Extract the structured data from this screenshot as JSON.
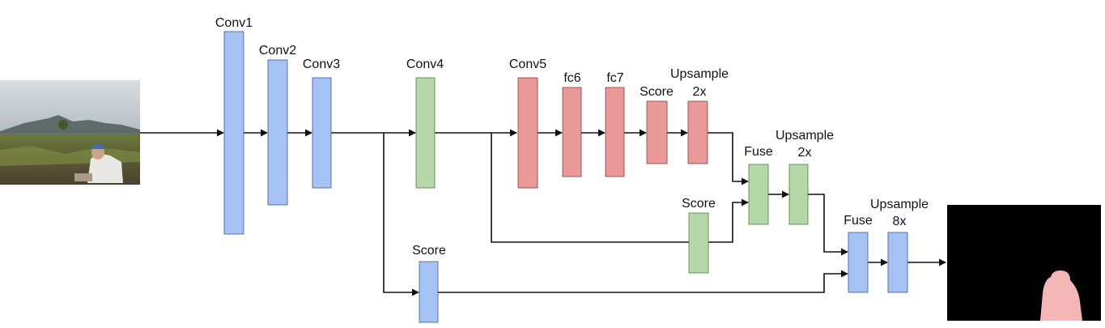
{
  "colors": {
    "blue": "#a4c2f4",
    "blue_stroke": "#3c5a8a",
    "green": "#b6d7a8",
    "green_stroke": "#4f7a3f",
    "red": "#ea9999",
    "red_stroke": "#8a3a3a",
    "output_bg": "#000000",
    "mask": "#f4b6b6"
  },
  "input_image": {
    "description_icon": "photo-icon"
  },
  "output_image": {
    "description_icon": "segmentation-mask-icon"
  },
  "labels": {
    "conv1": "Conv1",
    "conv2": "Conv2",
    "conv3": "Conv3",
    "conv4": "Conv4",
    "conv5": "Conv5",
    "fc6": "fc6",
    "fc7": "fc7",
    "score_top": "Score",
    "upsample_top_1": "Upsample",
    "upsample_top_2": "2x",
    "fuse_mid": "Fuse",
    "upsample_mid_1": "Upsample",
    "upsample_mid_2": "2x",
    "score_mid": "Score",
    "fuse_right": "Fuse",
    "upsample_right_1": "Upsample",
    "upsample_right_2": "8x",
    "score_bottom": "Score"
  }
}
